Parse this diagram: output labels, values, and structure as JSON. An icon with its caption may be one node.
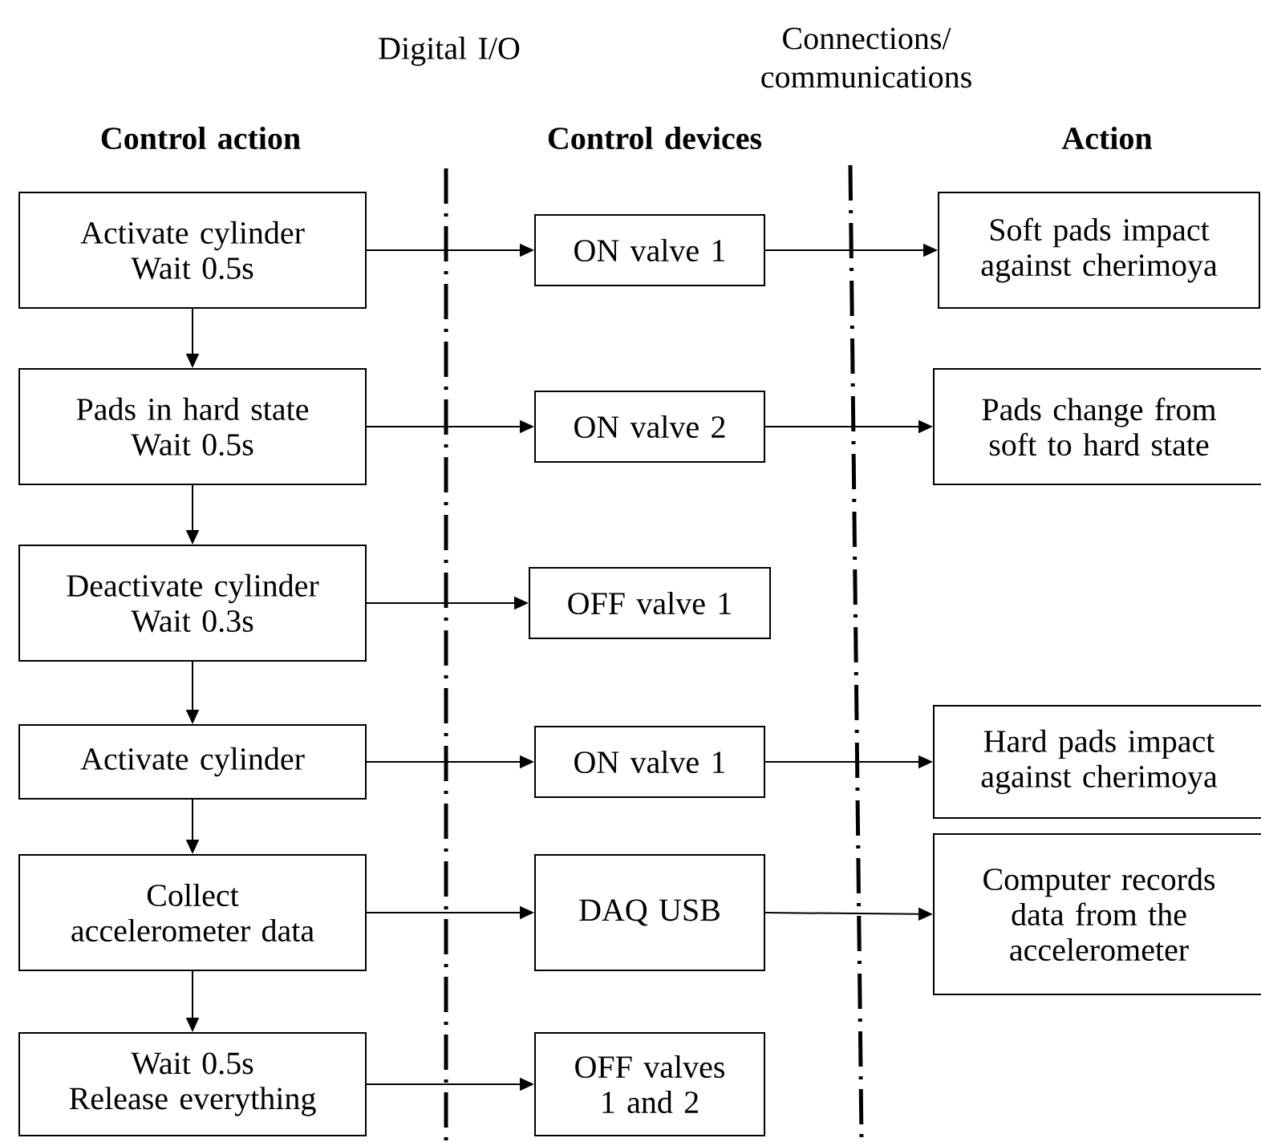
{
  "diagram": {
    "nodes": [
      {
        "text": [
          "Activate cylinder",
          "Wait 0.5s"
        ]
      },
      {
        "text": [
          "Pads in hard state",
          "Wait 0.5s"
        ]
      },
      {
        "text": [
          "Deactivate cylinder",
          "Wait 0.3s"
        ]
      },
      {
        "text": [
          "Activate cylinder"
        ]
      },
      {
        "text": [
          "Collect accelerometer data"
        ]
      },
      {
        "text": [
          "Wait 0.5s",
          "Release everything"
        ]
      },
      {
        "text": [
          "ON valve 1"
        ]
      },
      {
        "text": [
          "ON valve 2"
        ]
      },
      {
        "text": [
          "OFF valve 1"
        ]
      },
      {
        "text": [
          "ON valve 1"
        ]
      },
      {
        "text": [
          "DAQ USB"
        ]
      },
      {
        "text": [
          "OFF valves 1 and 2"
        ]
      },
      {
        "text": [
          "Soft pads impact against cherimoya"
        ]
      },
      {
        "text": [
          "Pads change from soft to hard state"
        ]
      },
      {
        "text": [
          "Hard pads impact against cherimoya"
        ]
      },
      {
        "text": [
          "Computer records data from the accelerometer"
        ]
      }
    ],
    "edges": [
      {
        "from": 0,
        "to": 1,
        "arrow": "to"
      },
      {
        "from": 1,
        "to": 2,
        "arrow": "to"
      },
      {
        "from": 2,
        "to": 3,
        "arrow": "to"
      },
      {
        "from": 3,
        "to": 4,
        "arrow": "to"
      },
      {
        "from": 4,
        "to": 5,
        "arrow": "to"
      },
      {
        "from": 0,
        "to": 6,
        "arrow": "to"
      },
      {
        "from": 1,
        "to": 7,
        "arrow": "to"
      },
      {
        "from": 2,
        "to": 8,
        "arrow": "to"
      },
      {
        "from": 3,
        "to": 9,
        "arrow": "to"
      },
      {
        "from": 4,
        "to": 10,
        "arrow": "to"
      },
      {
        "from": 5,
        "to": 11,
        "arrow": "to"
      },
      {
        "from": 6,
        "to": 12,
        "arrow": "to"
      },
      {
        "from": 7,
        "to": 13,
        "arrow": "to"
      },
      {
        "from": 9,
        "to": 14,
        "arrow": "to"
      },
      {
        "from": 10,
        "to": 15,
        "arrow": "to"
      }
    ],
    "labels": [
      "Connections/ communications",
      "Digital I/O",
      "Control action",
      "Control devices",
      "Action"
    ]
  }
}
